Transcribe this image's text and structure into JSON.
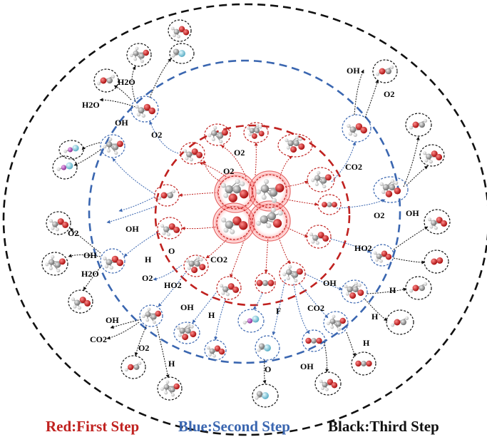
{
  "colors": {
    "first_step": "#c0211f",
    "second_step": "#3a66b0",
    "third_step": "#111111",
    "atom_carbon": "#8f8f8f",
    "atom_hydrogen": "#e6e6e6",
    "atom_oxygen": "#d61c1c",
    "atom_fluorine": "#7fc8dc",
    "atom_lithium": "#b04ab8",
    "glow": "#ff6a6a"
  },
  "legend": {
    "red": "Red:First Step",
    "blue": "Blue:Second Step",
    "black": "Black:Third Step"
  },
  "labels": {
    "l1": "H2O",
    "l2": "H2O",
    "l3": "OH",
    "l4": "O2",
    "l5": "OH",
    "l6": "O2",
    "l7": "O2",
    "l8": "O2",
    "l9": "CO2",
    "l10": "O2",
    "l11": "OH",
    "l12": "OH",
    "l13": "HO2",
    "l14": "O2",
    "l15": "OH",
    "l16": "H",
    "l17": "O",
    "l18": "CO2",
    "l19": "OH",
    "l20": "H2O",
    "l21": "O2",
    "l22": "HO2",
    "l23": "OH",
    "l24": "H",
    "l25": "F",
    "l26": "CO2",
    "l27": "OH",
    "l28": "H",
    "l29": "H",
    "l30": "H",
    "l31": "OH",
    "l32": "CO2",
    "l33": "O2",
    "l34": "H",
    "l35": "O",
    "l36": "OH"
  },
  "icons": [
    "molecule-icon",
    "reaction-arrow-icon"
  ]
}
